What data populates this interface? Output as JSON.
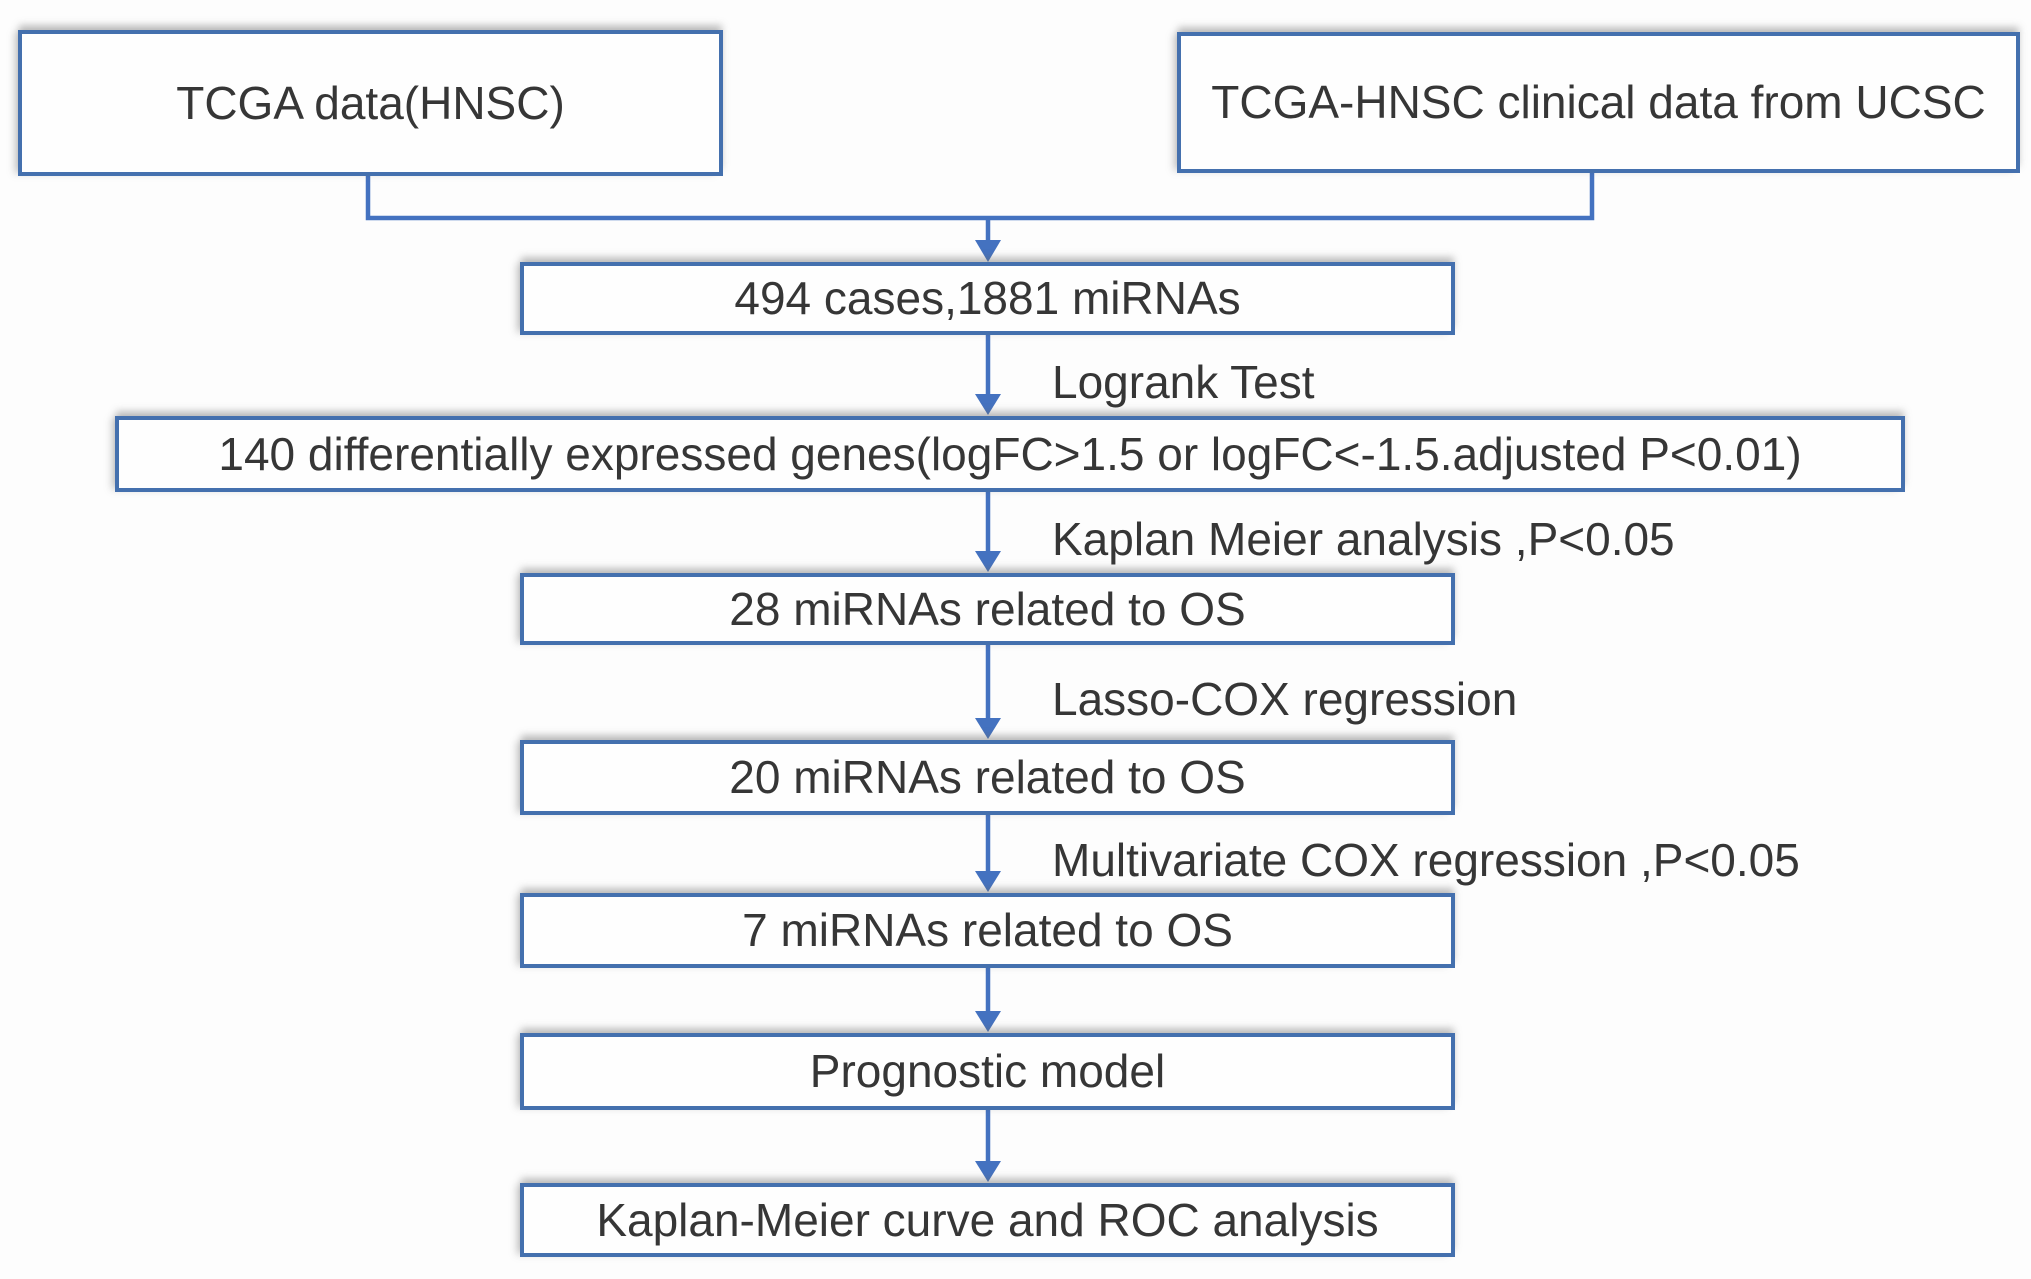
{
  "flowchart": {
    "nodes": {
      "tcga_data": {
        "label": "TCGA data(HNSC)"
      },
      "clinical_data": {
        "label": "TCGA-HNSC clinical data from UCSC"
      },
      "cases": {
        "label": "494 cases,1881 miRNAs"
      },
      "deg": {
        "label": "140 differentially expressed genes(logFC>1.5 or logFC<-1.5.adjusted P<0.01)"
      },
      "mirna_28": {
        "label": "28 miRNAs related to OS"
      },
      "mirna_20": {
        "label": "20 miRNAs related to OS"
      },
      "mirna_7": {
        "label": "7 miRNAs related to OS"
      },
      "prognostic": {
        "label": "Prognostic model"
      },
      "km_roc": {
        "label": "Kaplan-Meier curve and ROC analysis"
      }
    },
    "edge_labels": {
      "logrank": "Logrank Test",
      "kaplan_meier": "Kaplan Meier analysis ,P<0.05",
      "lasso": "Lasso-COX regression",
      "multivariate_cox": "Multivariate COX regression ,P<0.05"
    },
    "colors": {
      "box_border": "#4470ae",
      "arrow": "#4472c0",
      "text": "#363636",
      "background": "#fdfdfd"
    }
  }
}
